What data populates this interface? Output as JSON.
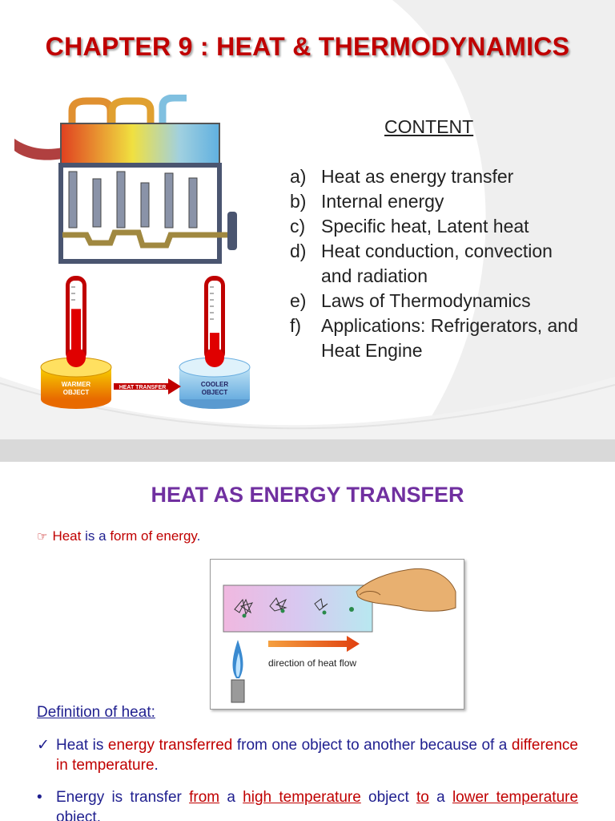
{
  "slide1": {
    "title": "CHAPTER 9 : HEAT & THERMODYNAMICS",
    "content_heading": "CONTENT",
    "items": [
      {
        "label": "a)",
        "text": "Heat as energy transfer"
      },
      {
        "label": "b)",
        "text": "Internal energy"
      },
      {
        "label": "c)",
        "text": "Specific heat, Latent heat"
      },
      {
        "label": "d)",
        "text": "Heat conduction, convection and radiation"
      },
      {
        "label": "e)",
        "text": "Laws of Thermodynamics"
      },
      {
        "label": "f)",
        "text": "Applications: Refrigerators, and Heat Engine"
      }
    ],
    "diagram": {
      "warmer_label_1": "WARMER",
      "warmer_label_2": "OBJECT",
      "transfer_label": "HEAT TRANSFER",
      "cooler_label_1": "COOLER",
      "cooler_label_2": "OBJECT",
      "warm_thermometer_fill": 0.62,
      "cool_thermometer_fill": 0.3
    }
  },
  "slide2": {
    "title": "HEAT AS ENERGY TRANSFER",
    "bullet1": {
      "w1": "Heat",
      "w2": "is a",
      "w3": "form of energy",
      "w4": "."
    },
    "figure_caption": "direction of heat flow",
    "definition_label": "Definition of heat:",
    "para1": {
      "mark": "✓",
      "p1": "Heat is ",
      "p2": "energy transferred",
      "p3": " from one object to another because of a ",
      "p4": "difference in temperature",
      "p5": "."
    },
    "para2": {
      "mark": "•",
      "p1": "Energy is transfer ",
      "p2": "from",
      "p3": " a ",
      "p4": "high temperature",
      "p5": " object ",
      "p6": "to",
      "p7": " a ",
      "p8": "lower temperature",
      "p9": " object."
    }
  },
  "colors": {
    "title_red": "#c00000",
    "title_purple": "#7030a0",
    "body_navy": "#1f1f8f"
  }
}
